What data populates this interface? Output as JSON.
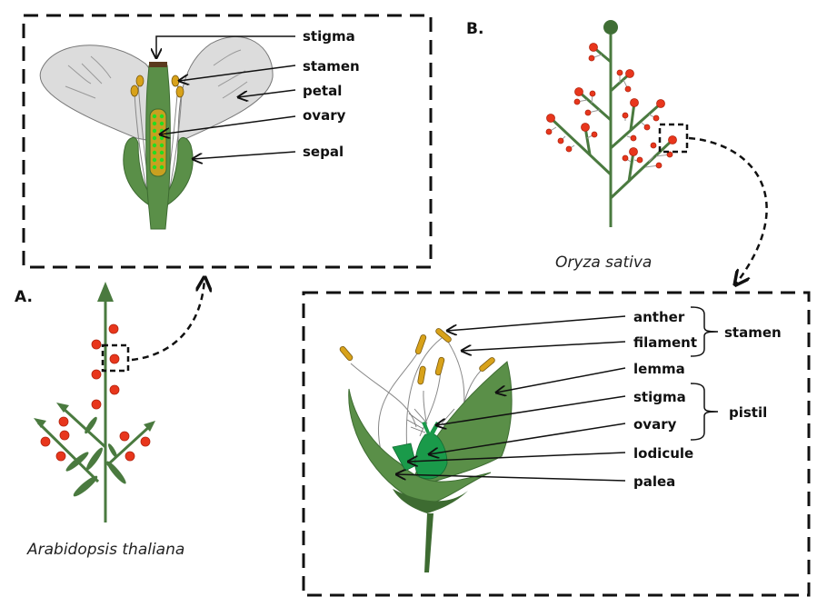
{
  "figure": {
    "panels": {
      "a": {
        "label": "A.",
        "species": "Arabidopsis thaliana",
        "flower_labels": [
          "stigma",
          "stamen",
          "petal",
          "ovary",
          "sepal"
        ]
      },
      "b": {
        "label": "B.",
        "species": "Oryza sativa",
        "flower_labels": [
          "anther",
          "filament",
          "lemma",
          "stigma",
          "ovary",
          "lodicule",
          "palea"
        ],
        "groups": [
          {
            "name": "stamen",
            "members": [
              "anther",
              "filament"
            ]
          },
          {
            "name": "pistil",
            "members": [
              "stigma",
              "ovary"
            ]
          }
        ]
      }
    },
    "colors": {
      "stem_green": "#4a7a3f",
      "tissue_green": "#5a8f48",
      "bright_green": "#1a9a4a",
      "petal_gray": "#dcdcdc",
      "flower_red": "#e8361c",
      "anther_yellow": "#d8a21a",
      "ovule_green": "#22dd22"
    }
  }
}
